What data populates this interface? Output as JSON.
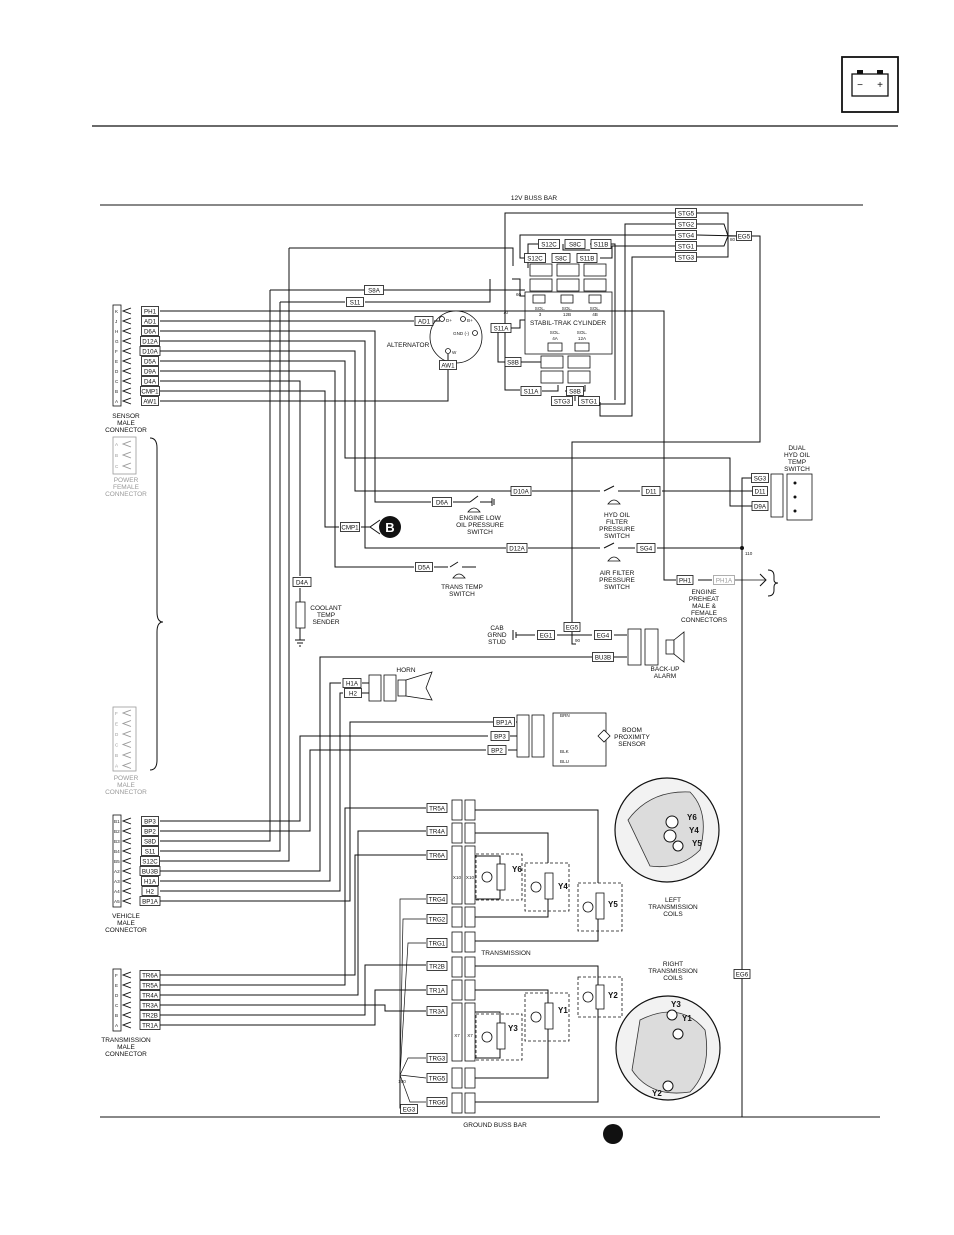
{
  "battery_icon": {
    "minus": "−",
    "plus": "+"
  },
  "bus_top_label": "12V BUSS BAR",
  "bus_bottom_label": "GROUND BUSS BAR",
  "callout_b": "B",
  "tags": {
    "STG5a": "STG5",
    "STG2a": "STG2",
    "STG4a": "STG4",
    "STG1a": "STG1",
    "STG3a": "STG3",
    "EG5": "EG5",
    "S12Cb": "S12C",
    "S8Cb": "S8C",
    "S11Bb": "S11B",
    "STG3b": "STG3",
    "STG2b": "STG2",
    "STG4b": "STG4",
    "S12C": "S12C",
    "S8C": "S8C",
    "S11B": "S11B",
    "S8A": "S8A",
    "S11": "S11",
    "S11A": "S11A",
    "S8B": "S8B",
    "S11Ab": "S11A",
    "S8Bb": "S8B",
    "STG3c": "STG3",
    "STG1b": "STG1",
    "AD1": "AD1",
    "AW1": "AW1",
    "s_PH1": "PH1",
    "s_AD1": "AD1",
    "s_D6A": "D6A",
    "s_D12A": "D12A",
    "s_D10A": "D10A",
    "s_D5A": "D5A",
    "s_D9A": "D9A",
    "s_D4A": "D4A",
    "s_CMP1": "CMP1",
    "s_AW1": "AW1",
    "SG3": "SG3",
    "D11": "D11",
    "D9A": "D9A",
    "D6A": "D6A",
    "D10A": "D10A",
    "D11b": "D11",
    "CMP1": "CMP1",
    "D12A": "D12A",
    "SG4": "SG4",
    "D5A": "D5A",
    "D4A": "D4A",
    "PH1": "PH1",
    "PH1A": "PH1A",
    "EG5b": "EG5",
    "EG1": "EG1",
    "EG4": "EG4",
    "BU3B": "BU3B",
    "H1A": "H1A",
    "H2": "H2",
    "BP1A": "BP1A",
    "BP3": "BP3",
    "BP2": "BP2",
    "v_BP3": "BP3",
    "v_BP2": "BP2",
    "v_S8D": "S8D",
    "v_S11": "S11",
    "v_S12C": "S12C",
    "v_BU3B": "BU3B",
    "v_H1A": "H1A",
    "v_H2": "H2",
    "v_BP1A": "BP1A",
    "t_TR6A": "TR6A",
    "t_TR5A": "TR5A",
    "t_TR4A": "TR4A",
    "t_TR3A": "TR3A",
    "t_TR2B": "TR2B",
    "t_TR1A": "TR1A",
    "TR5A": "TR5A",
    "TR4A": "TR4A",
    "TR6A": "TR6A",
    "TRG4": "TRG4",
    "TRG2": "TRG2",
    "TRG1": "TRG1",
    "TR2B": "TR2B",
    "TR1A": "TR1A",
    "TR3A": "TR3A",
    "TRG3": "TRG3",
    "TRG5": "TRG5",
    "TRG6": "TRG6",
    "EG3": "EG3",
    "EG6": "EG6"
  },
  "labels": {
    "stabil": "STABIL-TRAK CYLINDER",
    "sol3a": "SOL.",
    "sol3b": "3",
    "sol12a": "SOL.",
    "sol12b": "12B",
    "sol4a": "SOL.",
    "sol4b": "4B",
    "sol4aa": "SOL.",
    "sol4ab": "4A",
    "sol12aa": "SOL.",
    "sol12ab": "12A",
    "alternator": "ALTERNATOR",
    "sensor1": "SENSOR",
    "sensor2": "MALE",
    "sensor3": "CONNECTOR",
    "pf1": "POWER",
    "pf2": "FEMALE",
    "pf3": "CONNECTOR",
    "pm1": "POWER",
    "pm2": "MALE",
    "pm3": "CONNECTOR",
    "veh1": "VEHICLE",
    "veh2": "MALE",
    "veh3": "CONNECTOR",
    "trn1": "TRANSMISSION",
    "trn2": "MALE",
    "trn3": "CONNECTOR",
    "dual1": "DUAL",
    "dual2": "HYD OIL",
    "dual3": "TEMP",
    "dual4": "SWITCH",
    "eng1": "ENGINE LOW",
    "eng2": "OIL PRESSURE",
    "eng3": "SWITCH",
    "hyd1": "HYD OIL",
    "hyd2": "FILTER",
    "hyd3": "PRESSURE",
    "hyd4": "SWITCH",
    "air1": "AIR FILTER",
    "air2": "PRESSURE",
    "air3": "SWITCH",
    "trans1": "TRANS TEMP",
    "trans2": "SWITCH",
    "cool1": "COOLANT",
    "cool2": "TEMP",
    "cool3": "SENDER",
    "pre1": "ENGINE",
    "pre2": "PREHEAT",
    "pre3": "MALE &",
    "pre4": "FEMALE",
    "pre5": "CONNECTORS",
    "cab1": "CAB",
    "cab2": "GRND",
    "cab3": "STUD",
    "backup1": "BACK-UP",
    "backup2": "ALARM",
    "horn": "HORN",
    "boom1": "BOOM",
    "boom2": "PROXIMITY",
    "boom3": "SENSOR",
    "transmission": "TRANSMISSION",
    "ltc1": "LEFT",
    "ltc2": "TRANSMISSION",
    "ltc3": "COILS",
    "rtc1": "RIGHT",
    "rtc2": "TRANSMISSION",
    "rtc3": "COILS",
    "Y6": "Y6",
    "Y4": "Y4",
    "Y5": "Y5",
    "Y3": "Y3",
    "Y1": "Y1",
    "Y2": "Y2",
    "pY6": "Y6",
    "pY4": "Y4",
    "pY5": "Y5",
    "pY3": "Y3",
    "pY1": "Y1",
    "pY2": "Y2",
    "n60": "60",
    "n70": "70",
    "n80": "80",
    "n90": "90",
    "n110": "110",
    "n100": "100",
    "dplus": "D+",
    "bplus": "B+",
    "gnd": "GND (-)",
    "wpin": "W",
    "brn": "BRN",
    "blk": "BLK",
    "blu": "BLU",
    "x10a": "X10",
    "x10b": "X10",
    "x7a": "X7",
    "x7b": "X7"
  },
  "pins": {
    "sensor": [
      "K",
      "J",
      "H",
      "G",
      "F",
      "E",
      "D",
      "C",
      "B",
      "A"
    ],
    "power_female": [
      "A",
      "B",
      "C"
    ],
    "power_male": [
      "F",
      "E",
      "D",
      "C",
      "B",
      "A"
    ],
    "vehicle": [
      "B1",
      "B2",
      "B3",
      "B4",
      "B5",
      "A2",
      "A3",
      "A4",
      "A5"
    ],
    "transmission": [
      "F",
      "E",
      "D",
      "C",
      "B",
      "A"
    ]
  }
}
